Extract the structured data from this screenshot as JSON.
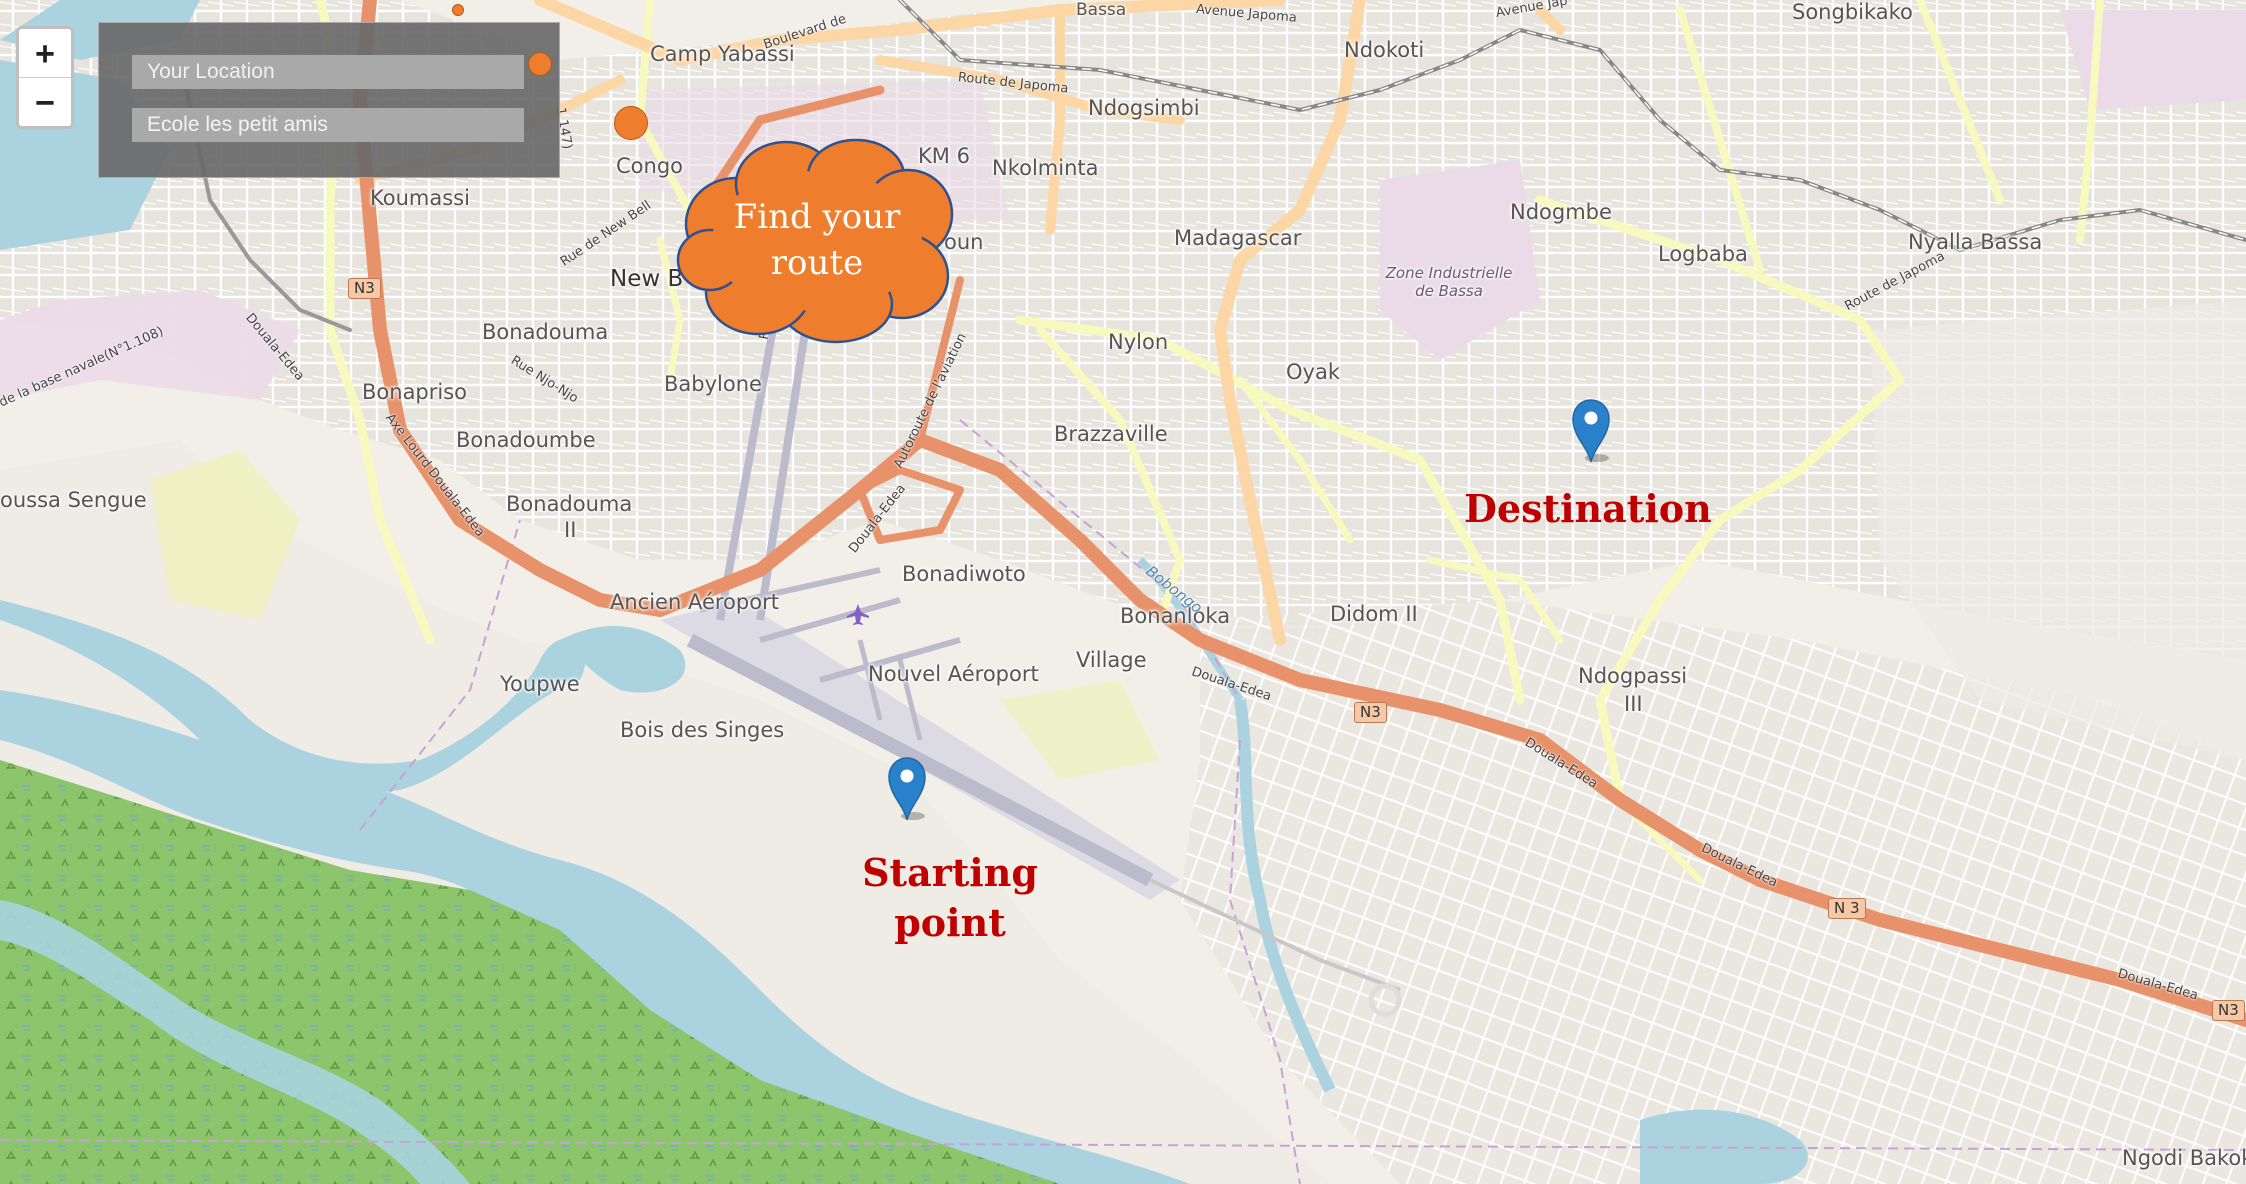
{
  "map": {
    "zoom_in_label": "+",
    "zoom_out_label": "−",
    "colors": {
      "land": "#f2efe9",
      "water": "#aad3df",
      "mangrove": "#8dc56c",
      "industrial": "#ebdbe8",
      "trunk_road": "#e8926b",
      "primary_road": "#fcd6a4",
      "secondary_road": "#f7fabf",
      "railway": "#999999",
      "runway": "#bbbbcc",
      "accent_orange": "#ee7d2e",
      "marker_blue": "#2a81cb",
      "annotation_red": "#c00000"
    },
    "places": {
      "camp_yabassi": "Camp Yabassi",
      "ndokoti": "Ndokoti",
      "ndogsimbi": "Ndogsimbi",
      "congo": "Congo",
      "km6": "KM 6",
      "nkolminta": "Nkolminta",
      "koumassi": "Koumassi",
      "madagascar": "Madagascar",
      "ndogmbe": "Ndogmbe",
      "logbaba": "Logbaba",
      "nyalla_bassa": "Nyalla Bassa",
      "zone_industrielle": "Zone Industrielle de Bassa",
      "new_bell": "New B",
      "kun": "oun",
      "nylon": "Nylon",
      "oyak": "Oyak",
      "bonadouma": "Bonadouma",
      "babylone": "Babylone",
      "bonapriso": "Bonapriso",
      "brazzaville": "Brazzaville",
      "bonadoumbe": "Bonadoumbe",
      "bonadouma_ii_a": "Bonadouma",
      "bonadouma_ii_b": "II",
      "oussa_sengue": "oussa Sengue",
      "bonadiwoto": "Bonadiwoto",
      "ancien_aeroport": "Ancien Aéroport",
      "bonanloka": "Bonanloka",
      "didom": "Didom II",
      "village": "Village",
      "nouvel_aeroport": "Nouvel Aéroport",
      "ndogpassi_a": "Ndogpassi",
      "ndogpassi_b": "III",
      "youpwe": "Youpwe",
      "bois_des_singes": "Bois des Singes",
      "songbikako": "Songbikako",
      "bassa": "Bassa",
      "ngodi_bakoko": "Ngodi Bakok"
    },
    "roads": {
      "boulevard": "Boulevard de",
      "avenue_japoma_a": "Avenue Japoma",
      "avenue_japoma_b": "Avenue Jap",
      "route_japoma_a": "Route de Japoma",
      "route_japoma_b": "Route de Japoma",
      "rue_new_bell": "Rue de New Bell",
      "rue_njo_njo": "Rue Njo-Njo",
      "douala_edea_a": "Douala-Edea",
      "douala_edea_b": "Douala-Edea",
      "douala_edea_c": "Douala-Edea",
      "douala_edea_d": "Douala-Edea",
      "douala_edea_e": "Douala-Edea",
      "douala_edea_f": "Douala-Edea",
      "douala_edea_g": "Douala-Edea",
      "axe_lourd": "Axe Lourd Douala-Edea",
      "autoroute_aviation": "Autoroute de l'aviation",
      "base_navale": "de la base navale(N°1.108)",
      "bobongo": "Bobongo",
      "n147": "1.147)",
      "ru": "Ru"
    },
    "shields": {
      "n3_a": "N3",
      "n3_b": "N3",
      "n3_c": "N 3",
      "n3_d": "N3"
    }
  },
  "route_panel": {
    "from_placeholder": "Your Location",
    "to_value": "Ecole les petit amis"
  },
  "callout": {
    "line1": "Find your",
    "line2": "route"
  },
  "annotations": {
    "destination": "Destination",
    "start_line1": "Starting",
    "start_line2": "point"
  }
}
